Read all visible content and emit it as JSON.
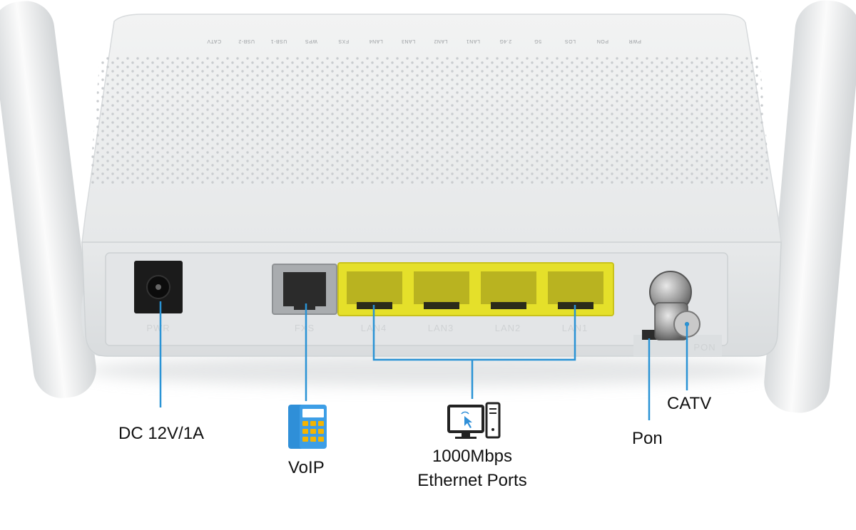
{
  "led_labels": [
    "PWR",
    "PON",
    "LOS",
    "5G",
    "2.4G",
    "LAN1",
    "LAN2",
    "LAN3",
    "LAN4",
    "FXS",
    "WPS",
    "USB-1",
    "USB-2",
    "CATV"
  ],
  "ports": {
    "pwr": "PWR",
    "fxs": "FXS",
    "lan4": "LAN4",
    "lan3": "LAN3",
    "lan2": "LAN2",
    "lan1": "LAN1",
    "pon": "PON"
  },
  "callouts": {
    "dc": "DC 12V/1A",
    "voip": "VoIP",
    "ethernet_line1": "1000Mbps",
    "ethernet_line2": "Ethernet Ports",
    "pon": "Pon",
    "catv": "CATV"
  },
  "colors": {
    "callout_line": "#2a93d5",
    "lan_yellow": "#e5e02a",
    "device_body": "#eceeef",
    "icon_blue": "#2f8fd8"
  },
  "icons": {
    "voip": "phone-icon",
    "ethernet": "desktop-computer-icon"
  }
}
